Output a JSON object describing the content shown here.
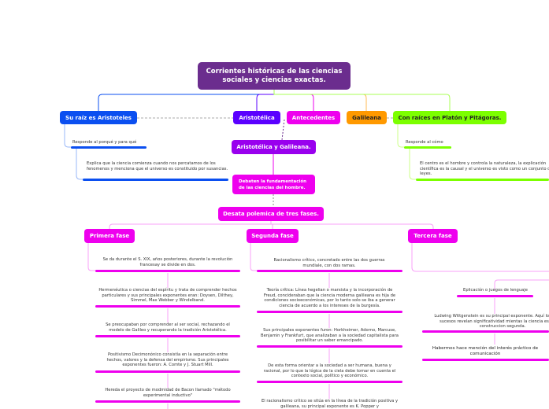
{
  "root": {
    "title": "Corrientes históricas de las ciencias sociales y ciencias exactas."
  },
  "branches": {
    "raiz": "Su raíz es Aristoteles",
    "aristotelica": "Aristotélica",
    "antecedentes": "Antecedentes",
    "galileana": "Galileana",
    "platon": "Con raíces en Platón y Pitágoras."
  },
  "relations": {
    "aristotelica_galileana": "Aristotélica y Galileana.",
    "debaten": "Debaten la fundamentación de las ciencias del hombre.",
    "desata": "Desata polemica de tres fases."
  },
  "raiz_details": {
    "responde": "Responde al porqué y para qué",
    "explica": "Explica que la ciencia comienza cuando nos percatamos de los fenomenos y menciona que el universo es constituido por susancias."
  },
  "platon_details": {
    "responde": "Responde al cómo",
    "centro": "El centro es el hombre y controla la naturaleza, la explicación científica es la causal y el universo es visto como un conjunto de leyes."
  },
  "phases": [
    {
      "label": "Primera fase",
      "items": [
        "Se da durante el S. XIX, años posteriores, durante la revolución francesay se divide en dos.",
        "Hermenéutica o ciencias del espíritu y trata de comprender hechos particulares y sus principales exponentes eran: Doysen, Dilthey, Simmel, Max Webber y Windelband.",
        "Se preocupaban por comprender al ser social, rechazando el modelo de Galileo y recuperando la tradición Aristotélica.",
        "Positivismo Decimonónico consistía en la separación entre hechos, valores y la defensa del empirismo. Sus principales exponentes fueron: A. Comte y J. Stuart Mill.",
        "Hereda el proyecto de modmidad de Bacon llamado \"método experimental inductivo\""
      ]
    },
    {
      "label": "Segunda fase",
      "items": [
        "Racionalismo crítico, concretado entre las dos guerras mundiale, con dos ramas.",
        "Teoría crítica: Línea hegelian o marxista y la incorporación de Freud, concideraban que la ciencia moderna galileana es hija de condiciones socioeconómicas, por lo tanto solo se iba a generar ciencia de acuerdo a los intereses de la burgesía.",
        "Sus principales exponentes furon: Horkheimer, Adorno, Marcuse, Benjamin y Frankfurt, que analizaban a la sociedad capitalista para posibilitar un saber emancipado.",
        "De esta forma orientar a la sociedad a ser humana, buena y racional, por lo que la lógica de la ciela debe tomar en cuenta el contexto social, político y económico.",
        "El racionalismo crítico se sitúa en la línea de la tradición positiva y galileana, su principal exponente es K. Popper y"
      ]
    },
    {
      "label": "Tercera fase",
      "items": [
        "Eplicación o juegos de lenguaje",
        "Ludwing Wittgenstein es su principal exponente. Aquí los hechos y sucesos revelan significatividad mientas la ciencia está como construccion segunda.",
        "Habermos hace mención del interés práctico de comunicación"
      ]
    }
  ],
  "colors": {
    "root": "#6b2d8e",
    "blue": "#0b4ff0",
    "violet": "#5a00ff",
    "purple": "#9900ee",
    "magenta": "#ee00ee",
    "orange": "#ff9900",
    "green": "#7cff00"
  }
}
